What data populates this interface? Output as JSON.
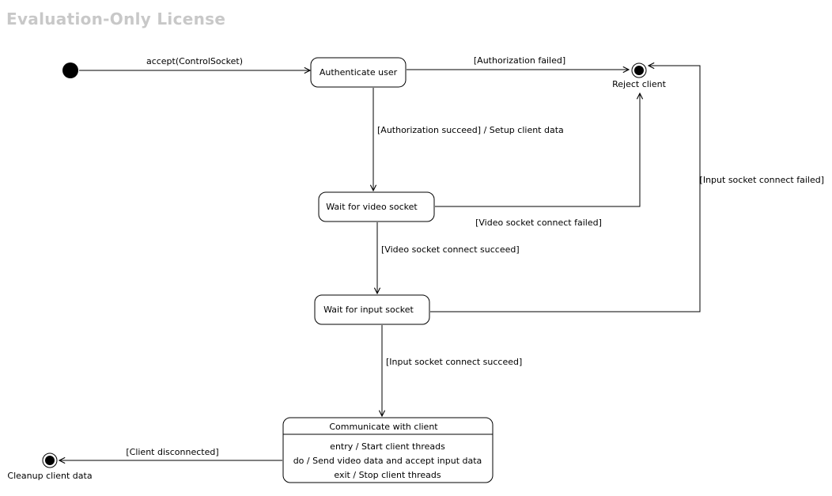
{
  "watermark": "Evaluation-Only License",
  "states": {
    "authenticate": "Authenticate user",
    "wait_video": "Wait for video socket",
    "wait_input": "Wait for input socket",
    "communicate": {
      "title": "Communicate with client",
      "entry": "entry / Start client threads",
      "do": "do / Send video data and accept input data",
      "exit": "exit / Stop client threads"
    }
  },
  "finals": {
    "reject": "Reject client",
    "cleanup": "Cleanup client data"
  },
  "transitions": {
    "accept": "accept(ControlSocket)",
    "auth_failed": "[Authorization failed]",
    "auth_succeed": "[Authorization succeed] / Setup client data",
    "video_failed": "[Video socket connect failed]",
    "video_succeed": "[Video socket connect succeed]",
    "input_failed": "[Input socket connect failed]",
    "input_succeed": "[Input socket connect succeed]",
    "disconnected": "[Client disconnected]"
  }
}
